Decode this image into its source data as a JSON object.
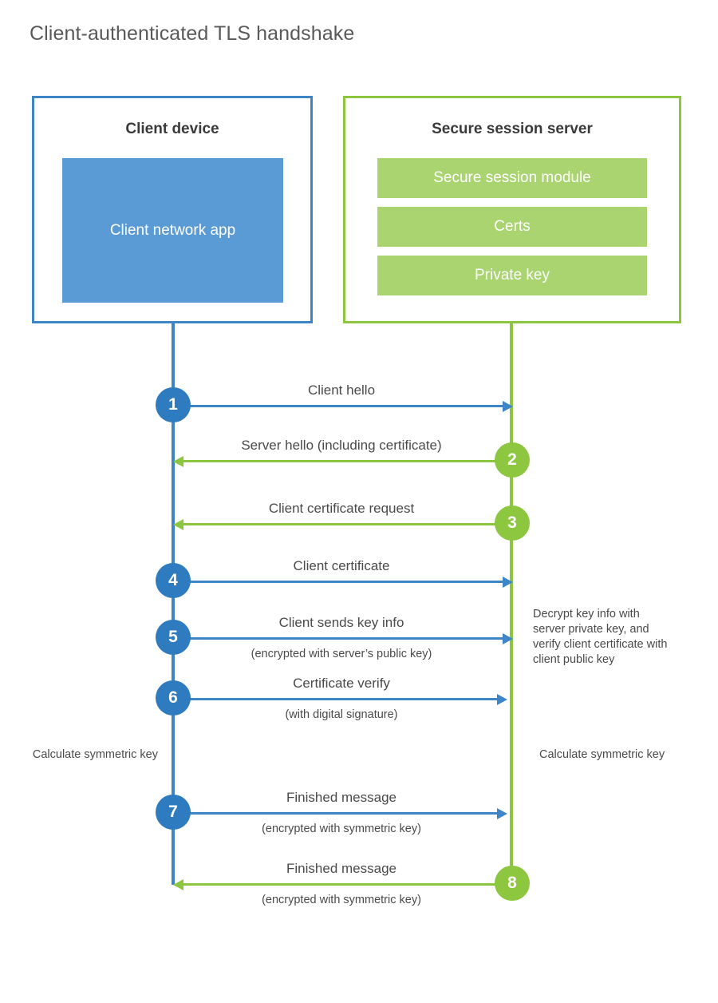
{
  "title": "Client-authenticated TLS handshake",
  "colors": {
    "client_accent": "#3d85c6",
    "client_fill": "#5b9bd5",
    "client_circle": "#2e7cbf",
    "server_accent": "#8cc63f",
    "server_fill": "#a9d46f",
    "server_circle": "#8dc63f",
    "text": "#4a4a4a",
    "background": "#ffffff"
  },
  "entities": {
    "client": {
      "title": "Client device",
      "block_label": "Client network app"
    },
    "server": {
      "title": "Secure session server",
      "rows": [
        {
          "label": "Secure session module"
        },
        {
          "label": "Certs"
        },
        {
          "label": "Private key"
        }
      ]
    }
  },
  "messages": [
    {
      "number": "1",
      "label": "Client hello",
      "sublabel": "",
      "direction": "client-to-server",
      "color": "blue"
    },
    {
      "number": "2",
      "label": "Server hello (including certificate)",
      "sublabel": "",
      "direction": "server-to-client",
      "color": "green"
    },
    {
      "number": "3",
      "label": "Client certificate request",
      "sublabel": "",
      "direction": "server-to-client",
      "color": "green"
    },
    {
      "number": "4",
      "label": "Client certificate",
      "sublabel": "",
      "direction": "client-to-server",
      "color": "blue"
    },
    {
      "number": "5",
      "label": "Client sends key info",
      "sublabel": "(encrypted with server’s public key)",
      "direction": "client-to-server",
      "color": "blue"
    },
    {
      "number": "6",
      "label": "Certificate verify",
      "sublabel": "(with digital signature)",
      "direction": "client-to-server",
      "color": "blue"
    },
    {
      "number": "7",
      "label": "Finished message",
      "sublabel": "(encrypted with symmetric key)",
      "direction": "client-to-server",
      "color": "blue"
    },
    {
      "number": "8",
      "label": "Finished message",
      "sublabel": "(encrypted with symmetric key)",
      "direction": "server-to-client",
      "color": "green"
    }
  ],
  "notes": {
    "decrypt": "Decrypt key info with server private key, and verify client certificate with client public key",
    "calculate_client": "Calculate symmetric key",
    "calculate_server": "Calculate symmetric key"
  }
}
